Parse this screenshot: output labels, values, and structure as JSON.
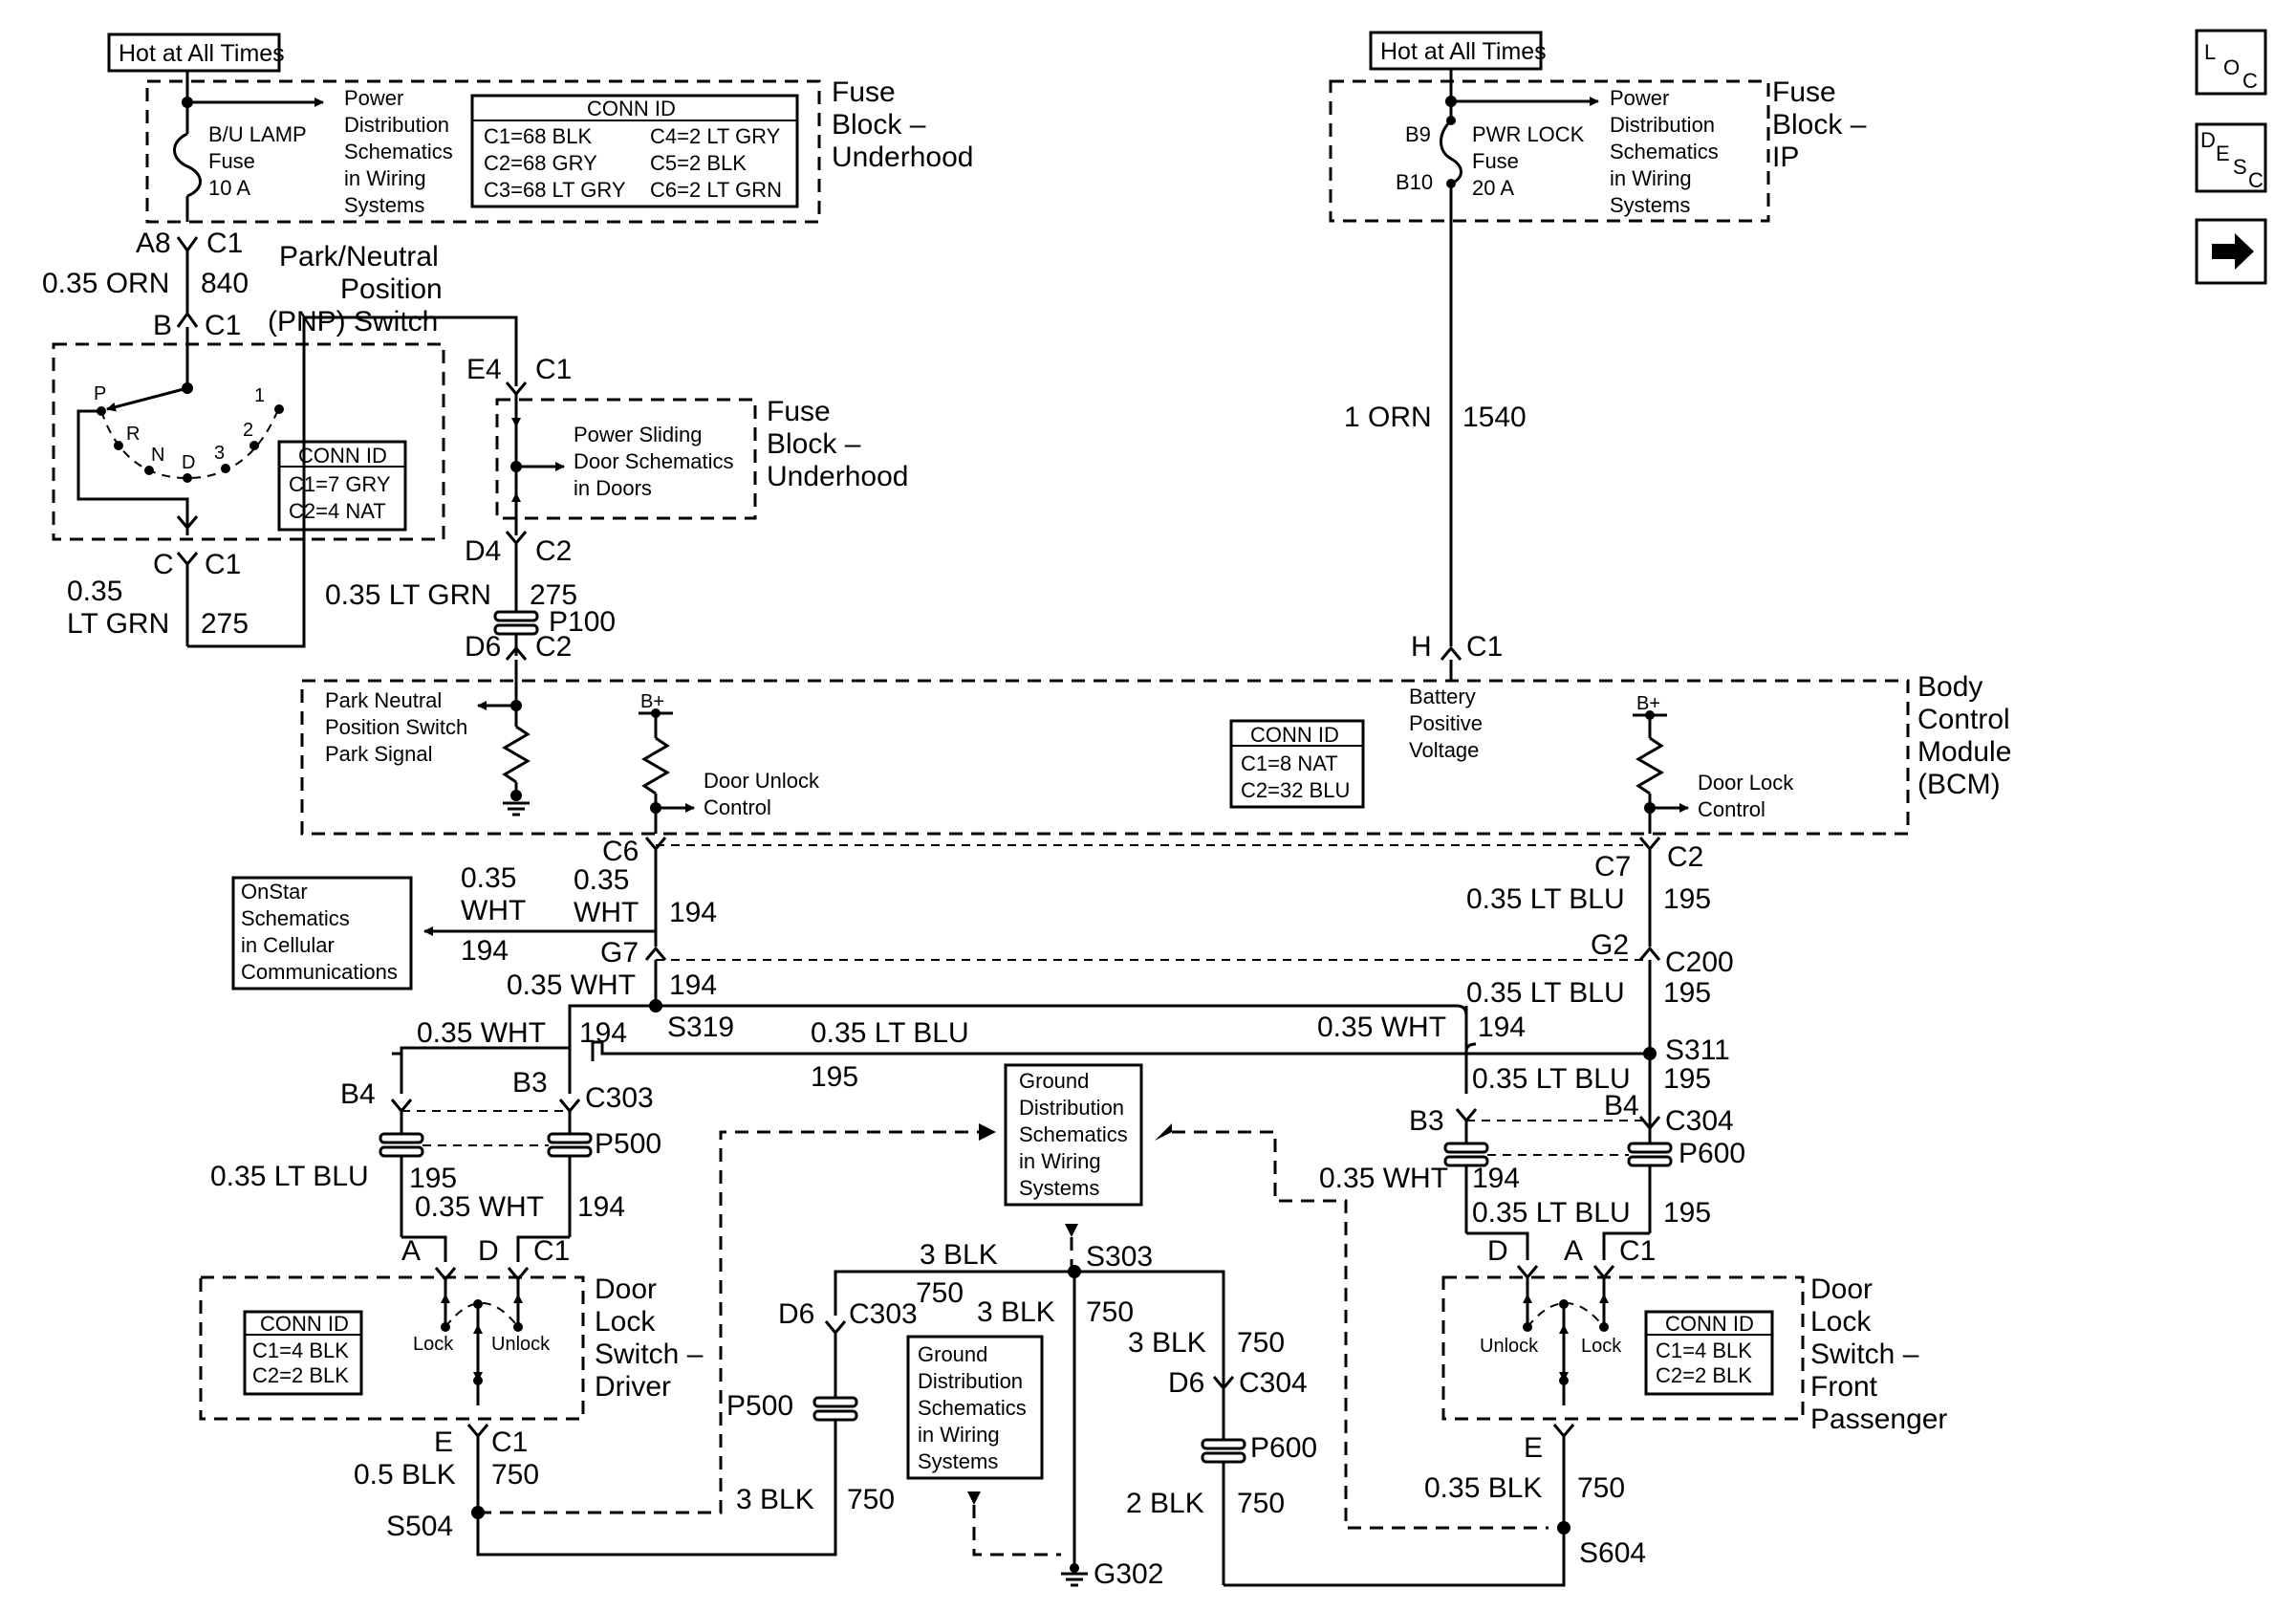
{
  "nav": {
    "loc": [
      "L",
      "O",
      "C"
    ],
    "desc": [
      "D",
      "E",
      "S",
      "C"
    ]
  },
  "fuse_underhood": {
    "hot_label": "Hot at All Times",
    "fuse_name": "B/U LAMP",
    "fuse_word": "Fuse",
    "fuse_rating": "10 A",
    "ref_lines": [
      "Power",
      "Distribution",
      "Schematics",
      "in Wiring",
      "Systems"
    ],
    "title_lines": [
      "Fuse",
      "Block –",
      "Underhood"
    ],
    "conn_header": "CONN ID",
    "conn_ids": [
      "C1=68 BLK",
      "C2=68 GRY",
      "C3=68 LT GRY",
      "C4=2 LT GRY",
      "C5=2 BLK",
      "C6=2 LT GRN"
    ]
  },
  "fuse_ip": {
    "hot_label": "Hot at All Times",
    "pin_top": "B9",
    "pin_bottom": "B10",
    "fuse_name": "PWR LOCK",
    "fuse_word": "Fuse",
    "fuse_rating": "20 A",
    "ref_lines": [
      "Power",
      "Distribution",
      "Schematics",
      "in Wiring",
      "Systems"
    ],
    "title_lines": [
      "Fuse",
      "Block –",
      "IP"
    ]
  },
  "pnp": {
    "title_lines": [
      "Park/Neutral",
      "Position",
      "(PNP) Switch"
    ],
    "positions": [
      "P",
      "R",
      "N",
      "D",
      "3",
      "2",
      "1"
    ],
    "conn_header": "CONN ID",
    "conn_ids": [
      "C1=7 GRY",
      "C2=4 NAT"
    ]
  },
  "fuse_sliding": {
    "title_lines": [
      "Fuse",
      "Block –",
      "Underhood"
    ],
    "ref_lines": [
      "Power Sliding",
      "Door Schematics",
      "in Doors"
    ]
  },
  "bcm": {
    "title_lines": [
      "Body",
      "Control",
      "Module",
      "(BCM)"
    ],
    "park_signal_lines": [
      "Park Neutral",
      "Position Switch",
      "Park Signal"
    ],
    "bplus": "B+",
    "unlock_lines": [
      "Door Unlock",
      "Control"
    ],
    "lock_lines": [
      "Door Lock",
      "Control"
    ],
    "battery_lines": [
      "Battery",
      "Positive",
      "Voltage"
    ],
    "conn_header": "CONN ID",
    "conn_ids": [
      "C1=8 NAT",
      "C2=32 BLU"
    ]
  },
  "onstar": {
    "lines": [
      "OnStar",
      "Schematics",
      "in Cellular",
      "Communications"
    ]
  },
  "ground_ref": {
    "lines": [
      "Ground",
      "Distribution",
      "Schematics",
      "in Wiring",
      "Systems"
    ]
  },
  "driver_switch": {
    "title_lines": [
      "Door",
      "Lock",
      "Switch –",
      "Driver"
    ],
    "lock": "Lock",
    "unlock": "Unlock",
    "conn_header": "CONN ID",
    "conn_ids": [
      "C1=4 BLK",
      "C2=2 BLK"
    ]
  },
  "passenger_switch": {
    "title_lines": [
      "Door",
      "Lock",
      "Switch –",
      "Front",
      "Passenger"
    ],
    "lock": "Lock",
    "unlock": "Unlock",
    "conn_header": "CONN ID",
    "conn_ids": [
      "C1=4 BLK",
      "C2=2 BLK"
    ]
  },
  "labels": {
    "a8": "A8",
    "c1_a8": "C1",
    "orn035": "0.35 ORN",
    "c840": "840",
    "b_pnp": "B",
    "c1_b": "C1",
    "c_pnp": "C",
    "c1_c": "C1",
    "ltgrn035_a": "0.35",
    "ltgrn035_b": "LT GRN",
    "c275_left": "275",
    "e4": "E4",
    "c1_e4": "C1",
    "d4": "D4",
    "c2_d4": "C2",
    "ltgrn035_full": "0.35 LT GRN",
    "c275_mid": "275",
    "p100": "P100",
    "d6": "D6",
    "c2_d6": "C2",
    "h": "H",
    "c1_h": "C1",
    "orn1": "1 ORN",
    "c1540": "1540",
    "c6": "C6",
    "wht035_a1": "0.35",
    "wht035_a2": "WHT",
    "wht035_b1": "0.35",
    "wht035_b2": "WHT",
    "c194_onstar": "194",
    "c194_a": "194",
    "g7": "G7",
    "wht035_g7": "0.35 WHT",
    "c194_g7": "194",
    "s319": "S319",
    "wht035_left": "0.35 WHT",
    "c194_left": "194",
    "ltblu035_bus": "0.35 LT BLU",
    "c195_bus": "195",
    "wht035_right": "0.35 WHT",
    "c194_right": "194",
    "c7": "C7",
    "c2_c7": "C2",
    "ltblu035_c7": "0.35 LT BLU",
    "c195_c7": "195",
    "g2": "G2",
    "c200": "C200",
    "ltblu035_g2": "0.35 LT BLU",
    "c195_g2": "195",
    "s311": "S311",
    "ltblu035_s311": "0.35 LT BLU",
    "c195_s311": "195",
    "b4_left": "B4",
    "b3_left": "B3",
    "c303": "C303",
    "p500": "P500",
    "ltblu035_p500": "0.35 LT BLU",
    "c195_p500": "195",
    "wht035_p500": "0.35 WHT",
    "c194_p500": "194",
    "a_drv": "A",
    "d_drv": "D",
    "c1_drv": "C1",
    "e_drv": "E",
    "c1_edrv": "C1",
    "blk05": "0.5 BLK",
    "c750_drv": "750",
    "s504": "S504",
    "b3_right": "B3",
    "b4_right": "B4",
    "c304": "C304",
    "p600": "P600",
    "wht035_p600": "0.35 WHT",
    "c194_p600": "194",
    "ltblu035_p600": "0.35 LT BLU",
    "c195_p600": "195",
    "d_pass": "D",
    "a_pass": "A",
    "c1_pass": "C1",
    "e_pass": "E",
    "blk035_pass": "0.35 BLK",
    "c750_pass": "750",
    "s604": "S604",
    "blk3_top": "3 BLK",
    "s303": "S303",
    "c750_s303a": "750",
    "blk3_s303": "3 BLK",
    "c750_s303b": "750",
    "d6_left": "D6",
    "c303_low": "C303",
    "p500_low": "P500",
    "blk3_p500": "3 BLK",
    "c750_p500": "750",
    "blk3_right": "3 BLK",
    "c750_right": "750",
    "d6_right": "D6",
    "c304_low": "C304",
    "p600_low": "P600",
    "blk2": "2 BLK",
    "c750_p600": "750",
    "g302": "G302"
  }
}
